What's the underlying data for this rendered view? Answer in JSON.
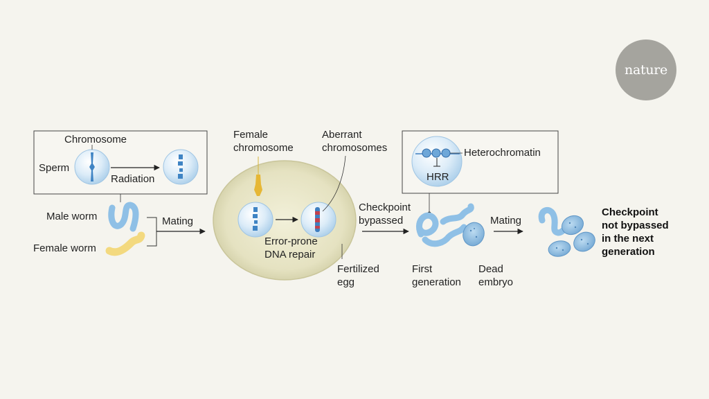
{
  "brand": {
    "logo_text": "nature"
  },
  "labels": {
    "chromosome": "Chromosome",
    "sperm": "Sperm",
    "radiation": "Radiation",
    "male_worm": "Male worm",
    "female_worm": "Female worm",
    "mating_1": "Mating",
    "female_chromosome": [
      "Female",
      "chromosome"
    ],
    "aberrant_chromosomes": [
      "Aberrant",
      "chromosomes"
    ],
    "error_prone_repair": [
      "Error-prone",
      "DNA repair"
    ],
    "fertilized_egg": [
      "Fertilized",
      "egg"
    ],
    "checkpoint_bypassed": [
      "Checkpoint",
      "bypassed"
    ],
    "heterochromatin": "Heterochromatin",
    "hrr": "HRR",
    "first_generation": [
      "First",
      "generation"
    ],
    "dead_embryo": [
      "Dead",
      "embryo"
    ],
    "mating_2": "Mating",
    "checkpoint_not_bypassed": [
      "Checkpoint",
      "not bypassed",
      "in the next",
      "generation"
    ]
  },
  "colors": {
    "background": "#f5f4ee",
    "cell_blue": "#cfe6f6",
    "chromosome_blue": "#4f8fc8",
    "worm_blue": "#9cc8ea",
    "worm_yellow": "#f4dc86",
    "egg_fill": "#e7e5c6",
    "aberrant_red": "#c2414e"
  },
  "icons": [
    "sperm-cell",
    "irradiated-sperm-cell",
    "male-worm",
    "female-worm",
    "fertilized-egg",
    "nucleus-icon",
    "worm-icon",
    "embryo-icon"
  ]
}
